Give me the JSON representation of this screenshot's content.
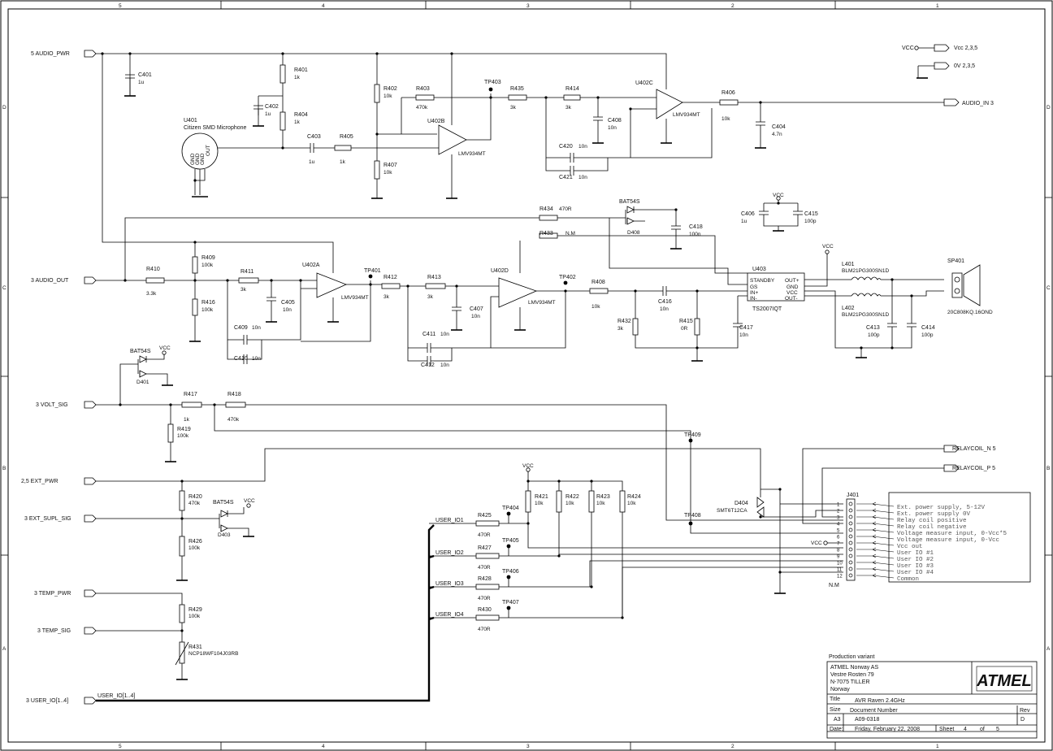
{
  "frame": {
    "zones_top": [
      "5",
      "4",
      "3",
      "2",
      "1"
    ],
    "zones_side": [
      "D",
      "C",
      "B",
      "A"
    ]
  },
  "nets": {
    "audio_pwr": "5 AUDIO_PWR",
    "audio_in": "AUDIO_IN  3",
    "audio_out": "3 AUDIO_OUT",
    "volt_sig": "3 VOLT_SIG",
    "ext_pwr": "2,5 EXT_PWR",
    "ext_supl_sig": "3 EXT_SUPL_SIG",
    "temp_pwr": "3 TEMP_PWR",
    "temp_sig": "3 TEMP_SIG",
    "user_io_bus_port": "3 USER_IO[1..4]",
    "user_io_bus": "USER_IO[1..4]",
    "relaycoil_n": "RELAYCOIL_N  5",
    "relaycoil_p": "RELAYCOIL_P  5",
    "vcc": "VCC",
    "vcc_ref": "Vcc  2,3,5",
    "zero_v_ref": "0V   2,3,5",
    "user_io": [
      "USER_IO1",
      "USER_IO2",
      "USER_IO3",
      "USER_IO4"
    ]
  },
  "mic": {
    "ref": "U401",
    "name": "Citizen SMD Microphone",
    "pins": [
      "GND",
      "GND",
      "OUT",
      "GND"
    ]
  },
  "opamps": {
    "type": "LMV934MT",
    "u402a": "U402A",
    "u402b": "U402B",
    "u402c": "U402C",
    "u402d": "U402D"
  },
  "components": {
    "c401": [
      "C401",
      "1u"
    ],
    "c402": [
      "C402",
      "1u"
    ],
    "c403": [
      "C403",
      "1u"
    ],
    "r401": [
      "R401",
      "1k"
    ],
    "r404": [
      "R404",
      "1k"
    ],
    "r405": [
      "R405",
      "1k"
    ],
    "r402": [
      "R402",
      "10k"
    ],
    "r407": [
      "R407",
      "10k"
    ],
    "r403": [
      "R403",
      "470k"
    ],
    "r435": [
      "R435",
      "3k"
    ],
    "r414": [
      "R414",
      "3k"
    ],
    "c408": [
      "C408",
      "10n"
    ],
    "c420": [
      "C420",
      "10n"
    ],
    "c421": [
      "C421",
      "10n"
    ],
    "r406": [
      "R406",
      "10k"
    ],
    "c404": [
      "C404",
      "4.7n"
    ],
    "r434": [
      "R434",
      "470R"
    ],
    "r433": [
      "R433",
      "N.M"
    ],
    "d408": [
      "BAT54S",
      "D408"
    ],
    "c418": [
      "C418",
      "100n"
    ],
    "c406": [
      "C406",
      "1u"
    ],
    "c415": [
      "C415",
      "100p"
    ],
    "r409": [
      "R409",
      "100k"
    ],
    "r416": [
      "R416",
      "100k"
    ],
    "r410": [
      "R410",
      "3.3k"
    ],
    "r411": [
      "R411",
      "3k"
    ],
    "c405": [
      "C405",
      "10n"
    ],
    "c409": [
      "C409",
      "10n"
    ],
    "c410": [
      "C410",
      "10n"
    ],
    "r412": [
      "R412",
      "3k"
    ],
    "r413": [
      "R413",
      "3k"
    ],
    "c407": [
      "C407",
      "10n"
    ],
    "c411": [
      "C411",
      "10n"
    ],
    "c412": [
      "C412",
      "10n"
    ],
    "r408": [
      "R408",
      "10k"
    ],
    "r432": [
      "R432",
      "3k"
    ],
    "c416": [
      "C416",
      "10n"
    ],
    "r415": [
      "R415",
      "0R"
    ],
    "c417": [
      "C417",
      "10n"
    ],
    "u403": [
      "U403",
      "TS2007IQT"
    ],
    "u403_pins_left": [
      "STANDBY",
      "GS",
      "IN+",
      "IN-"
    ],
    "u403_pins_right": [
      "OUT+",
      "GND",
      "VCC",
      "OUT-"
    ],
    "l401": [
      "L401",
      "BLM21PG300SN1D"
    ],
    "l402": [
      "L402",
      "BLM21PG300SN1D"
    ],
    "c413": [
      "C413",
      "100p"
    ],
    "c414": [
      "C414",
      "100p"
    ],
    "sp401": [
      "SP401",
      "20C808KQ.16OND"
    ],
    "d401": [
      "BAT54S",
      "D401"
    ],
    "d403": [
      "BAT54S",
      "D403"
    ],
    "r417": [
      "R417",
      "1k"
    ],
    "r418": [
      "R418",
      "470k"
    ],
    "r419": [
      "R419",
      "100k"
    ],
    "r420": [
      "R420",
      "470k"
    ],
    "r426": [
      "R426",
      "100k"
    ],
    "r429": [
      "R429",
      "100k"
    ],
    "r431": [
      "R431",
      "NCP18WF104J03RB"
    ],
    "r425": [
      "R425",
      "470R"
    ],
    "r427": [
      "R427",
      "470R"
    ],
    "r428": [
      "R428",
      "470R"
    ],
    "r430": [
      "R430",
      "470R"
    ],
    "r421": [
      "R421",
      "10k"
    ],
    "r422": [
      "R422",
      "10k"
    ],
    "r423": [
      "R423",
      "10k"
    ],
    "r424": [
      "R424",
      "10k"
    ],
    "d404": [
      "D404",
      "SMT6T12CA"
    ],
    "j401": [
      "J401",
      "N.M"
    ]
  },
  "testpoints": [
    "TP401",
    "TP402",
    "TP403",
    "TP404",
    "TP405",
    "TP406",
    "TP407",
    "TP408",
    "TP409"
  ],
  "connector_legend": [
    "Ext. power supply, 5-12V",
    "Ext. power supply 0V",
    "Relay coil positive",
    "Relay coil negative",
    "Voltage measure input, 0-Vcc*5",
    "Voltage measure input, 0-Vcc",
    "Vcc out",
    "User IO #1",
    "User IO #2",
    "User IO #3",
    "User IO #4",
    "Common"
  ],
  "title_block": {
    "variant": "Production variant",
    "company": [
      "ATMEL Norway AS",
      "Vestre Rosten 79",
      "N-7075 TILLER",
      "Norway"
    ],
    "logo": "ATMEL",
    "title_label": "Title",
    "title": "AVR Raven 2.4GHz",
    "size_label": "Size",
    "size": "A3",
    "docnum_label": "Document Number",
    "docnum": "A09-0318",
    "rev_label": "Rev",
    "rev": "D",
    "date_label": "Date:",
    "date": "Friday, February 22, 2008",
    "sheet_label": "Sheet",
    "sheet": "4",
    "of_label": "of",
    "sheets": "5"
  }
}
